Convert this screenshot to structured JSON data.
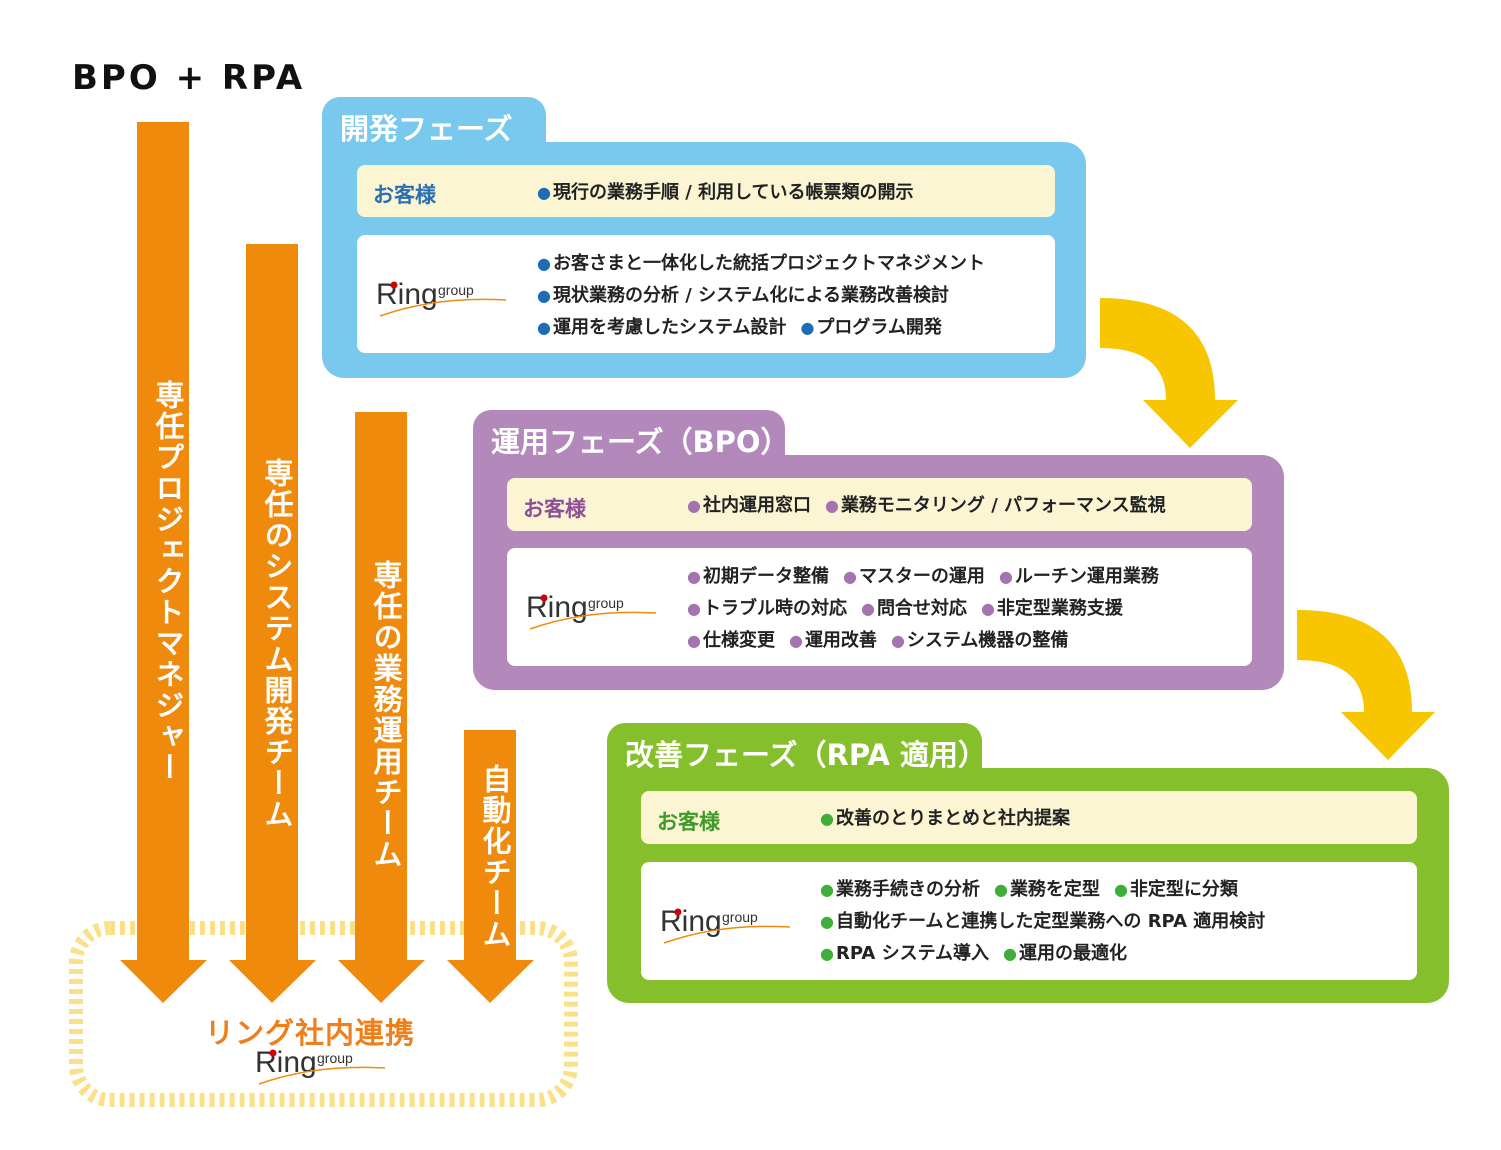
{
  "title": "BPO + RPA",
  "colors": {
    "orange": "#ef8a0c",
    "blue": "#79c9ee",
    "purple": "#b389bb",
    "green": "#86bf2c",
    "yellow": "#f7c600",
    "cream": "#fbf5d3"
  },
  "teams": [
    {
      "label": "専任プロジェクトマネジャー"
    },
    {
      "label": "専任のシステム開発チーム"
    },
    {
      "label": "専任の業務運用チーム"
    },
    {
      "label": "自動化チーム"
    }
  ],
  "collaboration": {
    "label": "リング社内連携",
    "logo_text": "Ring",
    "logo_sub": "group"
  },
  "phases": [
    {
      "title": "開発フェーズ",
      "customer_label": "お客様",
      "customer_items": [
        [
          "現行の業務手順 / 利用している帳票類の開示"
        ]
      ],
      "ring_logo": "Ring",
      "ring_logo_sub": "group",
      "ring_items": [
        [
          "お客さまと一体化した統括プロジェクトマネジメント"
        ],
        [
          "現状業務の分析 / システム化による業務改善検討"
        ],
        [
          "運用を考慮したシステム設計",
          "プログラム開発"
        ]
      ]
    },
    {
      "title": "運用フェーズ（BPO）",
      "customer_label": "お客様",
      "customer_items": [
        [
          "社内運用窓口",
          "業務モニタリング / パフォーマンス監視"
        ]
      ],
      "ring_logo": "Ring",
      "ring_logo_sub": "group",
      "ring_items": [
        [
          "初期データ整備",
          "マスターの運用",
          "ルーチン運用業務"
        ],
        [
          "トラブル時の対応",
          "問合せ対応",
          "非定型業務支援"
        ],
        [
          "仕様変更",
          "運用改善",
          "システム機器の整備"
        ]
      ]
    },
    {
      "title": "改善フェーズ（RPA 適用）",
      "customer_label": "お客様",
      "customer_items": [
        [
          "改善のとりまとめと社内提案"
        ]
      ],
      "ring_logo": "Ring",
      "ring_logo_sub": "group",
      "ring_items": [
        [
          "業務手続きの分析",
          "業務を定型",
          "非定型に分類"
        ],
        [
          "自動化チームと連携した定型業務への RPA 適用検討"
        ],
        [
          "RPA システム導入",
          "運用の最適化"
        ]
      ]
    }
  ]
}
